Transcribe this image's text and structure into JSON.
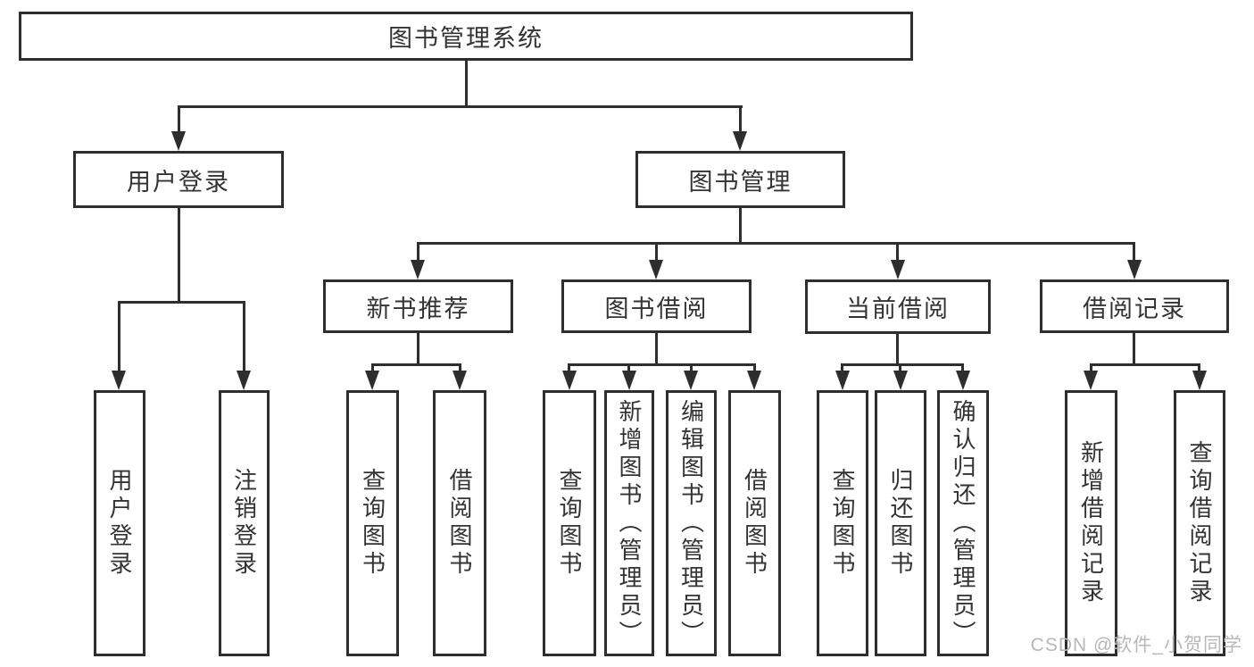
{
  "diagram": {
    "root": {
      "label": "图书管理系统"
    },
    "level2": [
      {
        "label": "用户登录"
      },
      {
        "label": "图书管理"
      }
    ],
    "level3": [
      {
        "label": "新书推荐"
      },
      {
        "label": "图书借阅"
      },
      {
        "label": "当前借阅"
      },
      {
        "label": "借阅记录"
      }
    ],
    "leaves": [
      {
        "label": "用户登录"
      },
      {
        "label": "注销登录"
      },
      {
        "label": "查询图书"
      },
      {
        "label": "借阅图书"
      },
      {
        "label": "查询图书"
      },
      {
        "label": "新增图书（管理员）"
      },
      {
        "label": "编辑图书（管理员）"
      },
      {
        "label": "借阅图书"
      },
      {
        "label": "查询图书"
      },
      {
        "label": "归还图书"
      },
      {
        "label": "确认归还（管理员）"
      },
      {
        "label": "新增借阅记录"
      },
      {
        "label": "查询借阅记录"
      }
    ]
  },
  "watermark": "CSDN @软件_小贺同学",
  "colors": {
    "line": "#2e2e2e",
    "text": "#333333",
    "watermark": "#b8b8b8",
    "background": "#ffffff"
  }
}
